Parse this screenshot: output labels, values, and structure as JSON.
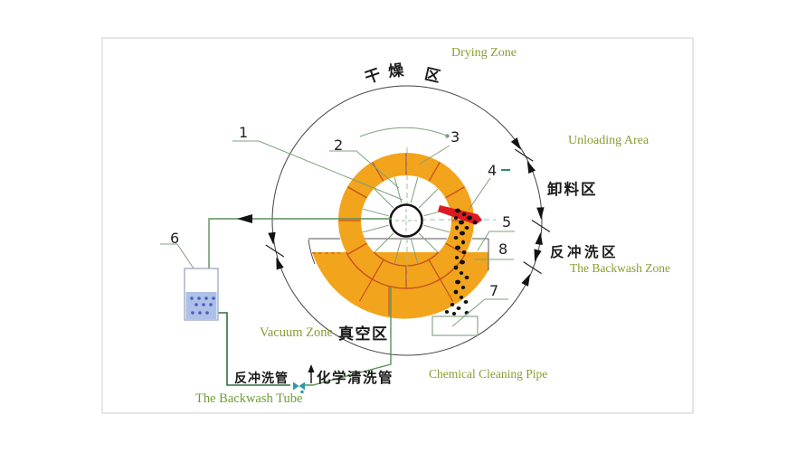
{
  "labels": {
    "drying_zone_en": "Drying Zone",
    "drying_zone_zh_chars": [
      "干",
      "燥",
      "区"
    ],
    "unloading_area_en": "Unloading Area",
    "unloading_area_zh": "卸料区",
    "backwash_zone_zh": "反冲洗区",
    "backwash_zone_en": "The Backwash Zone",
    "vacuum_zone_en": "Vacuum Zone",
    "vacuum_zone_zh": "真空区",
    "backwash_pipe_zh": "反冲洗管",
    "chemical_pipe_zh": "化学清洗管",
    "chemical_pipe_en": "Chemical Cleaning Pipe",
    "backwash_tube_en": "The Backwash Tube"
  },
  "part_numbers": [
    "1",
    "2",
    "3",
    "4",
    "5",
    "6",
    "7",
    "8"
  ],
  "colors": {
    "ceramic_disc": "#f2a41c",
    "scraper": "#dd1a22",
    "zone_text": "#8c9b2f",
    "tube_text": "#6f9c35",
    "leader_green": "#7da07d",
    "sector_line": "#c7511f",
    "liquid": "#adc0e8",
    "valve": "#2a9aaa"
  }
}
